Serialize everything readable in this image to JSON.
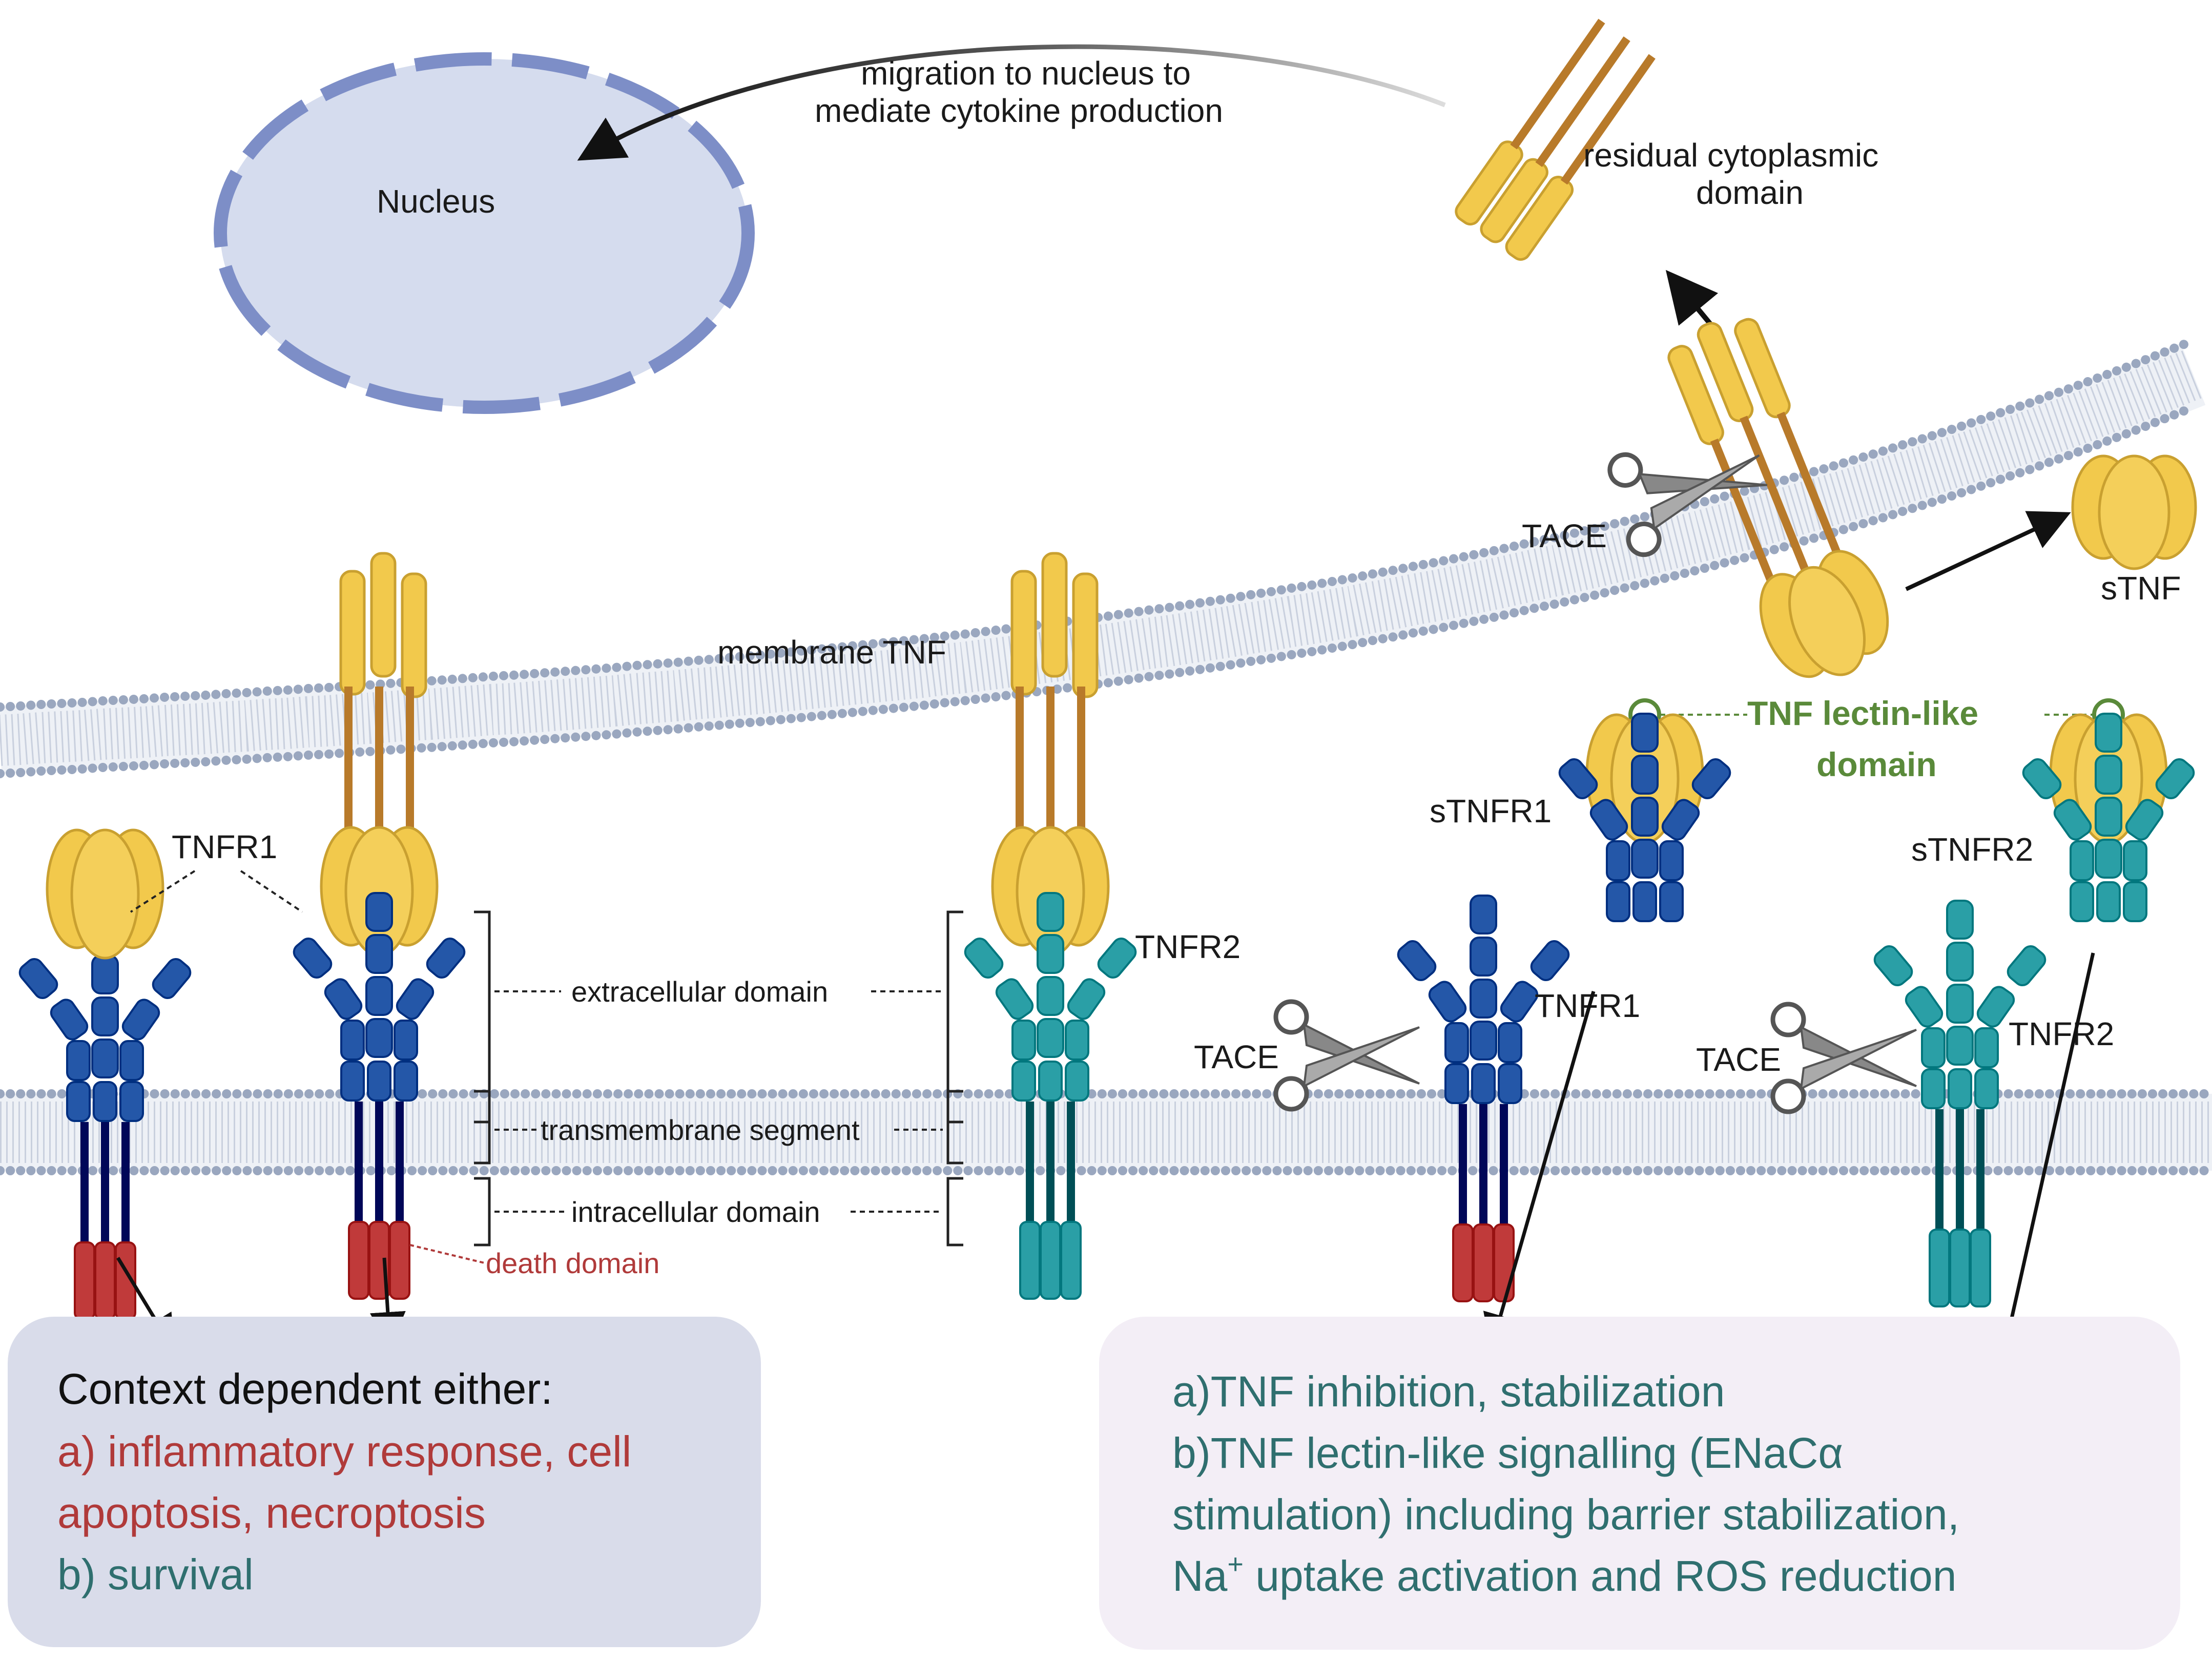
{
  "labels": {
    "nucleus": "Nucleus",
    "migration_line1": "migration to nucleus to",
    "migration_line2": "mediate cytokine production",
    "residual_line1": "residual cytoplasmic",
    "residual_line2": "domain",
    "tace_top": "TACE",
    "stnf": "sTNF",
    "membrane_tnf": "membrane TNF",
    "lectin_line1": "TNF lectin-like",
    "lectin_line2": "domain",
    "stnfr1": "sTNFR1",
    "stnfr2": "sTNFR2",
    "tnfr1_left": "TNFR1",
    "tnfr2_mid": "TNFR2",
    "tnfr1_right": "TNFR1",
    "tnfr2_right": "TNFR2",
    "tace_mid": "TACE",
    "tace_right": "TACE",
    "extracellular": "extracellular domain",
    "transmembrane": "transmembrane segment",
    "intracellular": "intracellular domain",
    "death_domain": "death domain"
  },
  "left_box": {
    "line1": "Context dependent either:",
    "line2": "a) inflammatory response, cell",
    "line3": "apoptosis, necroptosis",
    "line4": "b) survival"
  },
  "right_box": {
    "line1": "a)TNF inhibition, stabilization",
    "line2": "b)TNF lectin-like signalling (ENaCα",
    "line3": "stimulation) including barrier stabilization,",
    "line4a": "Na",
    "line4sup": "+",
    "line4b": " uptake activation and ROS reduction"
  },
  "colors": {
    "tnf_yellow": "#f2c94c",
    "tnf_brown": "#b87a2a",
    "tnfr1_blue": "#2457a8",
    "tnfr2_teal": "#2a9fa6",
    "death_red": "#c03a3a",
    "membrane_dot": "#9aa7bf",
    "nucleus_fill": "#d5dcee",
    "nucleus_ring": "#7d8ec7",
    "left_box_fill": "#d9dcea",
    "right_box_fill": "#f3eef6",
    "text_red": "#b03a3a",
    "text_teal": "#2f6f6f",
    "text_green": "#5a8a3a"
  }
}
